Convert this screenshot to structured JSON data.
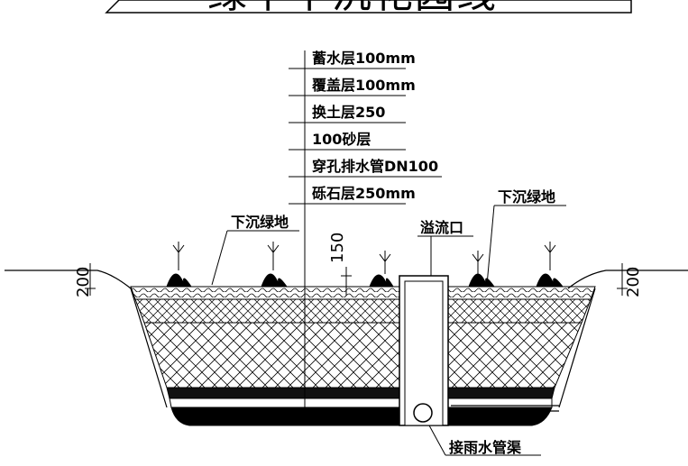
{
  "title": "绿下下沉花园线",
  "layers": [
    "蓄水层100mm",
    "覆盖层100mm",
    "换土层250",
    "100砂层",
    "穿孔排水管DN100",
    "砾石层250mm"
  ],
  "labels": {
    "left_green": "下沉绿地",
    "right_green": "下沉绿地",
    "overflow": "溢流口",
    "rain_pipe": "接雨水管渠"
  },
  "dimensions": {
    "left_depth": "200",
    "right_depth": "200",
    "overflow_height": "150"
  }
}
